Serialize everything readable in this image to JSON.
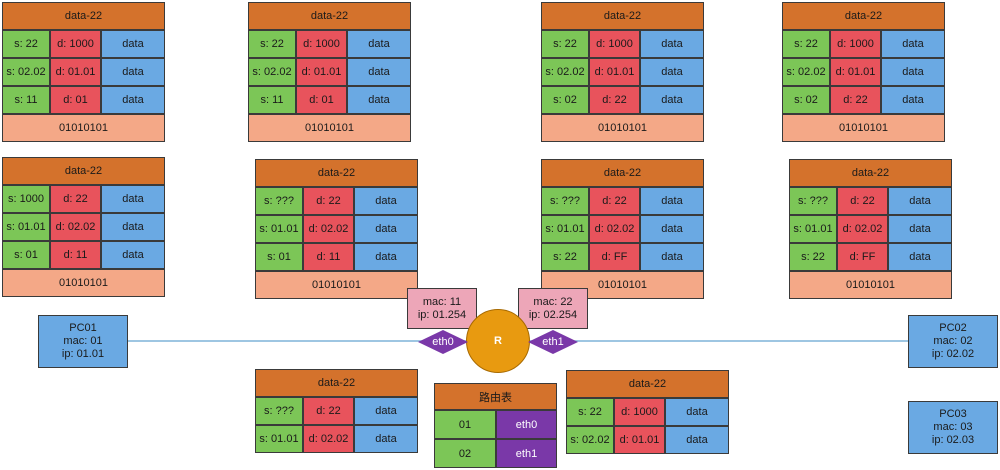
{
  "packets": [
    {
      "header": "data-22",
      "rows": [
        [
          "s: 22",
          "d: 1000",
          "data"
        ],
        [
          "s: 02.02",
          "d: 01.01",
          "data"
        ],
        [
          "s: 11",
          "d: 01",
          "data"
        ]
      ],
      "payload": "01010101"
    },
    {
      "header": "data-22",
      "rows": [
        [
          "s: 22",
          "d: 1000",
          "data"
        ],
        [
          "s: 02.02",
          "d: 01.01",
          "data"
        ],
        [
          "s: 11",
          "d: 01",
          "data"
        ]
      ],
      "payload": "01010101"
    },
    {
      "header": "data-22",
      "rows": [
        [
          "s: 22",
          "d: 1000",
          "data"
        ],
        [
          "s: 02.02",
          "d: 01.01",
          "data"
        ],
        [
          "s: 02",
          "d: 22",
          "data"
        ]
      ],
      "payload": "01010101"
    },
    {
      "header": "data-22",
      "rows": [
        [
          "s: 22",
          "d: 1000",
          "data"
        ],
        [
          "s: 02.02",
          "d: 01.01",
          "data"
        ],
        [
          "s: 02",
          "d: 22",
          "data"
        ]
      ],
      "payload": "01010101"
    },
    {
      "header": "data-22",
      "rows": [
        [
          "s: 1000",
          "d: 22",
          "data"
        ],
        [
          "s: 01.01",
          "d: 02.02",
          "data"
        ],
        [
          "s: 01",
          "d: 11",
          "data"
        ]
      ],
      "payload": "01010101"
    },
    {
      "header": "data-22",
      "rows": [
        [
          "s: ???",
          "d: 22",
          "data"
        ],
        [
          "s: 01.01",
          "d: 02.02",
          "data"
        ],
        [
          "s: 01",
          "d: 11",
          "data"
        ]
      ],
      "payload": "01010101"
    },
    {
      "header": "data-22",
      "rows": [
        [
          "s: ???",
          "d: 22",
          "data"
        ],
        [
          "s: 01.01",
          "d: 02.02",
          "data"
        ],
        [
          "s: 22",
          "d: FF",
          "data"
        ]
      ],
      "payload": "01010101"
    },
    {
      "header": "data-22",
      "rows": [
        [
          "s: ???",
          "d: 22",
          "data"
        ],
        [
          "s: 01.01",
          "d: 02.02",
          "data"
        ],
        [
          "s: 22",
          "d: FF",
          "data"
        ]
      ],
      "payload": "01010101"
    },
    {
      "header": "data-22",
      "rows": [
        [
          "s: ???",
          "d: 22",
          "data"
        ],
        [
          "s: 01.01",
          "d: 02.02",
          "data"
        ]
      ]
    },
    {
      "header": "data-22",
      "rows": [
        [
          "s: 22",
          "d: 1000",
          "data"
        ],
        [
          "s: 02.02",
          "d: 01.01",
          "data"
        ]
      ]
    }
  ],
  "devices": {
    "pc01": {
      "name": "PC01",
      "mac": "mac: 01",
      "ip": "ip: 01.01"
    },
    "pc02": {
      "name": "PC02",
      "mac": "mac: 02",
      "ip": "ip: 02.02"
    },
    "pc03": {
      "name": "PC03",
      "mac": "mac: 03",
      "ip": "ip: 02.03"
    }
  },
  "router": {
    "label": "R",
    "eth0": {
      "port": "eth0",
      "mac": "mac: 11",
      "ip": "ip: 01.254"
    },
    "eth1": {
      "port": "eth1",
      "mac": "mac: 22",
      "ip": "ip: 02.254"
    }
  },
  "routing_table": {
    "title": "路由表",
    "rows": [
      [
        "01",
        "eth0"
      ],
      [
        "02",
        "eth1"
      ]
    ]
  },
  "colors": {
    "header": "#d4722c",
    "source": "#7cc657",
    "dest": "#e8535c",
    "data": "#6aa9e3",
    "payload": "#f4a887",
    "router": "#e89a10",
    "port": "#7a38a8",
    "interface_info": "#eda6b8",
    "link": "#7fb3d8"
  }
}
